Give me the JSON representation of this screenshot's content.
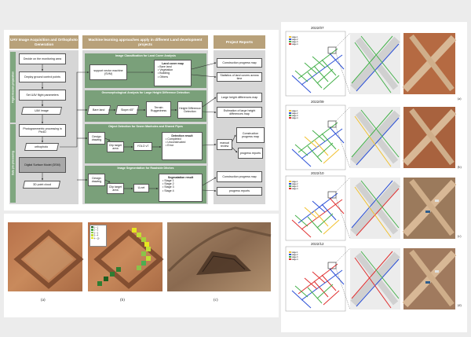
{
  "flowchart": {
    "headers": {
      "left": "UAV Image Acquisition and Orthophoto Generation",
      "middle": "Machine learning approaches  apply in different Land development projects",
      "right": "Project Reports"
    },
    "side_labels": {
      "top": "Flight mission preparation",
      "bottom": "Data pre-processing"
    },
    "left_steps": [
      "Decide on the monitoring area",
      "Deploy ground control points",
      "Set UAV flight parameters",
      "UAV image",
      "Photogrammetric processing in Pix4D",
      "orthophoto",
      "Digital Surface Model (DSM)",
      "3D point cloud"
    ],
    "panels": {
      "land_cover": {
        "title": "Image Classification for Land Cover Analysis",
        "method": "support vector machine (SVM)",
        "result_title": "Land cover map",
        "result_items": [
          "• Bare land",
          "• Vegetation",
          "• Building",
          "• Others"
        ],
        "reports": [
          "Construction progress map",
          "Statistics of land covers across time"
        ]
      },
      "height": {
        "title": "Geomorphological Analysis for Large Height Difference Detection",
        "steps": [
          "Bare land",
          "Slope>45°",
          "Terrain Ruggedness",
          "Height Difference Detection"
        ],
        "reports": [
          "Large height differences map",
          "Estimation of large height differences map"
        ]
      },
      "manholes": {
        "title": "Object Detection for Sewer Manholes and Shared Pipes",
        "steps": [
          "Design drawing",
          "Clip target area",
          "YOLO v7"
        ],
        "result_title": "Detection result",
        "result_items": [
          "• Completed",
          "• Unconstructed",
          "• Error"
        ],
        "review": "manual review",
        "reports": [
          "Construction progress map",
          "progress reports"
        ]
      },
      "ditches": {
        "title": "Image Segmentation for Roadside Ditches",
        "steps": [
          "Design drawing",
          "Clip target area",
          "U-net"
        ],
        "result_title": "Segmatation  result",
        "result_items": [
          "• Stage 1",
          "• Stage 2",
          "• Stage 3",
          "• Stage 4"
        ],
        "reports": [
          "Construction progress map",
          "progress reports"
        ]
      }
    }
  },
  "photos": {
    "labels": [
      "(a)",
      "(b)",
      "(c)"
    ],
    "legend_b": [
      "0 ~ 1",
      "1 ~ 2",
      "2 ~ 3",
      "3 ~ 4",
      "4 ~ 10"
    ]
  },
  "right_figure": {
    "dates": [
      "2022/07",
      "2022/09",
      "2022/10",
      "2022/12"
    ],
    "labels": [
      "(a)",
      "(b)",
      "(c)",
      "(d)"
    ],
    "stage_legend": [
      "stage 1",
      "stage 2",
      "stage 3",
      "stage 4"
    ]
  },
  "colors": {
    "header": "#b8a17a",
    "panel": "#7aa07a",
    "stage1": "#f2c12e",
    "stage2": "#2a4fd6",
    "stage3": "#44b04a",
    "stage4": "#e03030"
  }
}
